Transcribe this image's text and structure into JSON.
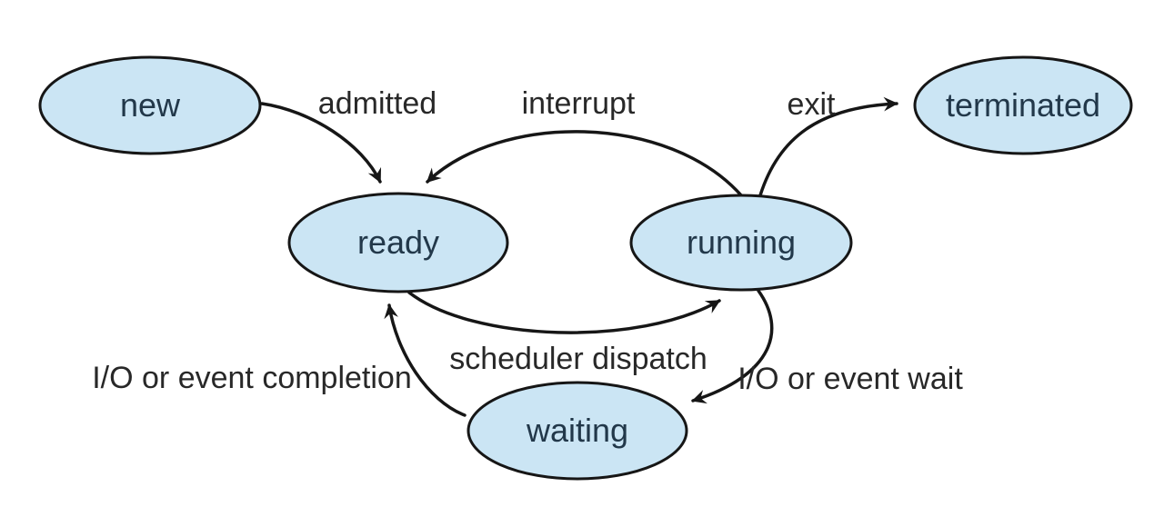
{
  "figure": {
    "states": {
      "new": {
        "label": "new"
      },
      "ready": {
        "label": "ready"
      },
      "running": {
        "label": "running"
      },
      "waiting": {
        "label": "waiting"
      },
      "terminated": {
        "label": "terminated"
      }
    },
    "transitions": {
      "admitted": {
        "label": "admitted",
        "from": "new",
        "to": "ready"
      },
      "interrupt": {
        "label": "interrupt",
        "from": "running",
        "to": "ready"
      },
      "exit": {
        "label": "exit",
        "from": "running",
        "to": "terminated"
      },
      "scheduler_dispatch": {
        "label": "scheduler dispatch",
        "from": "ready",
        "to": "running"
      },
      "io_wait": {
        "label": "I/O or event wait",
        "from": "running",
        "to": "waiting"
      },
      "io_completion": {
        "label": "I/O or event completion",
        "from": "waiting",
        "to": "ready"
      }
    },
    "colors": {
      "state_fill": "#cbe5f4",
      "state_stroke": "#161616",
      "arrow": "#161616",
      "state_text": "#22384a",
      "label_text": "#282828",
      "background": "#ffffff"
    }
  }
}
